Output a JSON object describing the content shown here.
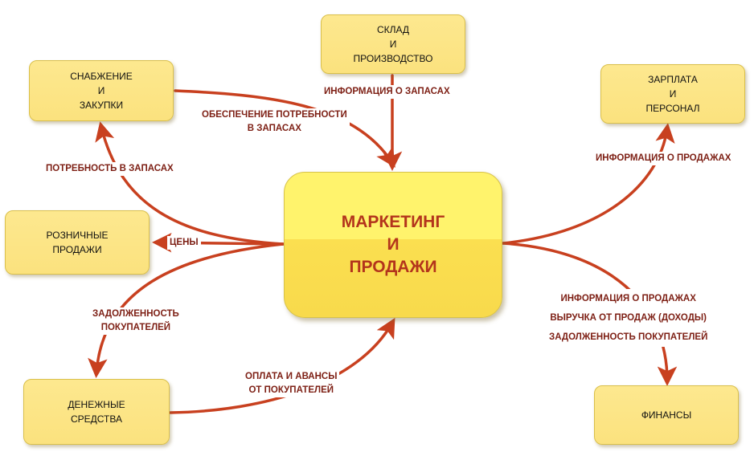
{
  "colors": {
    "arrow": "#c8401f",
    "label": "#7d1f14",
    "center_text": "#b3341c",
    "box_fill": "#fde88f"
  },
  "center": {
    "line1": "МАРКЕТИНГ",
    "line2": "И",
    "line3": "ПРОДАЖИ"
  },
  "nodes": {
    "warehouse": {
      "line1": "СКЛАД",
      "line2": "И",
      "line3": "ПРОИЗВОДСТВО"
    },
    "supply": {
      "line1": "СНАБЖЕНИЕ",
      "line2": "И",
      "line3": "ЗАКУПКИ"
    },
    "payroll": {
      "line1": "ЗАРПЛАТА",
      "line2": "И",
      "line3": "ПЕРСОНАЛ"
    },
    "retail": {
      "line1": "РОЗНИЧНЫЕ",
      "line2": "ПРОДАЖИ"
    },
    "cash": {
      "line1": "ДЕНЕЖНЫЕ",
      "line2": "СРЕДСТВА"
    },
    "finance": {
      "line1": "ФИНАНСЫ"
    }
  },
  "links": {
    "stock_info": "ИНФОРМАЦИЯ О ЗАПАСАХ",
    "supply_provision": {
      "line1": "ОБЕСПЕЧЕНИЕ ПОТРЕБНОСТИ",
      "line2": "В ЗАПАСАХ"
    },
    "stock_needs": "ПОТРЕБНОСТЬ В ЗАПАСАХ",
    "sales_info_payroll": "ИНФОРМАЦИЯ О ПРОДАЖАХ",
    "prices": "ЦЕНЫ",
    "customer_debt_cash": {
      "line1": "ЗАДОЛЖЕННОСТЬ",
      "line2": "ПОКУПАТЕЛЕЙ"
    },
    "payments": {
      "line1": "ОПЛАТА И АВАНСЫ",
      "line2": "ОТ ПОКУПАТЕЛЕЙ"
    },
    "finance_info": {
      "line1": "ИНФОРМАЦИЯ О ПРОДАЖАХ",
      "line2": "ВЫРУЧКА ОТ ПРОДАЖ (ДОХОДЫ)",
      "line3": "ЗАДОЛЖЕННОСТЬ ПОКУПАТЕЛЕЙ"
    }
  }
}
